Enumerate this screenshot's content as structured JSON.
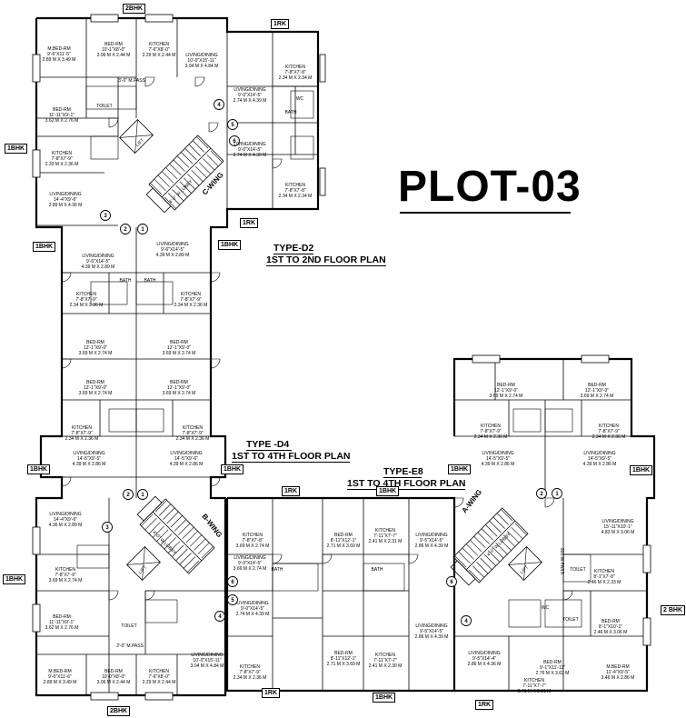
{
  "title": "PLOT-03",
  "headings": {
    "d2": [
      "TYPE-D2",
      "1ST TO 2ND FLOOR PLAN"
    ],
    "d4": [
      "TYPE -D4",
      "1ST TO 4TH FLOOR PLAN"
    ],
    "e8": [
      "TYPE-E8",
      "1ST TO 4TH FLOOR PLAN"
    ]
  },
  "unit_tags": {
    "bhk2_top": "2BHK",
    "rk_top": "1RK",
    "bhk1_left_a": "1BHK",
    "rk_mid": "1RK",
    "bhk1_left_b": "1BHK",
    "bhk1_right_b": "1BHK",
    "bhk1_left_c": "1BHK",
    "bhk1_right_c": "1BHK",
    "rk_e8": "1RK",
    "bhk1_e8": "1BHK",
    "bhk1_left_d": "1BHK",
    "bhk1_e8_right": "1BHK",
    "bhk2_right": "2 BHK",
    "rk_bottom": "1RK",
    "bhk1_bottom": "1BHK",
    "bhk2_bottom": "2BHK",
    "rk_bottom2": "1RK"
  },
  "wings": {
    "c": "C-WING",
    "b": "B-WING",
    "a": "A-WING"
  },
  "circles": [
    "4",
    "5",
    "6",
    "3",
    "2",
    "1",
    "2",
    "1",
    "2",
    "1",
    "4",
    "5",
    "6",
    "3",
    "6",
    "4"
  ],
  "rooms": [
    [
      "M.BED-RM",
      "9'-6\"X11'-5\"",
      "2.89 M X 3.49 M"
    ],
    [
      "BED-RM",
      "10'-1\"X8'-0\"",
      "3.06 M X 2.44 M"
    ],
    [
      "KITCHEN",
      "7'-6\"X8'-0\"",
      "2.29 M X 2.44 M"
    ],
    [
      "LIVING/DINING",
      "10'-0\"X15'-11\"",
      "3.04 M X 4.84 M"
    ],
    [
      "KITCHEN",
      "7'-8\"X7'-8\"",
      "2.34 M X 2.34 M"
    ],
    [
      "LIVING/DINING",
      "9'-0\"X14'-5\"",
      "2.74 M X 4.39 M"
    ],
    [
      "LIVING/DINING",
      "9'-0\"X14'-5\"",
      "2.74 M X 4.39 M"
    ],
    [
      "KITCHEN",
      "7'-8\"X7'-8\"",
      "2.34 M X 2.34 M"
    ],
    [
      "BED-RM",
      "11'-11\"X9'-1\"",
      "3.62 M X 2.76 M"
    ],
    [
      "KITCHEN",
      "7'-8\"X7'-9\"",
      "2.33 M X 2.36 M"
    ],
    [
      "LIVING/DINING",
      "14'-4\"X9'-6\"",
      "2.89 M X 4.36 M"
    ],
    [
      "LIVING/DINING",
      "9'-6\"X14'-5\"",
      "4.39 M X 2.89 M"
    ],
    [
      "LIVING/DINING",
      "9'-6\"X14'-5\"",
      "4.39 M X 2.89 M"
    ],
    [
      "KITCHEN",
      "7'-8\"X7'-9\"",
      "2.34 M X 2.36 M"
    ],
    [
      "KITCHEN",
      "7'-8\"X7'-9\"",
      "2.34 M X 2.36 M"
    ],
    [
      "BED-RM",
      "12'-1\"X9'-0\"",
      "3.69 M X 2.74 M"
    ],
    [
      "BED-RM",
      "12'-1\"X9'-0\"",
      "3.69 M X 2.74 M"
    ],
    [
      "BED-RM",
      "12'-1\"X9'-0\"",
      "3.69 M X 2.74 M"
    ],
    [
      "BED-RM",
      "12'-1\"X9'-0\"",
      "3.69 M X 2.74 M"
    ],
    [
      "KITCHEN",
      "7'-8\"X7'-9\"",
      "2.34 M X 2.36 M"
    ],
    [
      "KITCHEN",
      "7'-8\"X7'-9\"",
      "2.34 M X 2.36 M"
    ],
    [
      "LIVING/DINING",
      "14'-5\"X9'-5\"",
      "4.39 M X 2.86 M"
    ],
    [
      "LIVING/DINING",
      "14'-5\"X9'-6\"",
      "4.39 M X 2.86 M"
    ],
    [
      "LIVING/DINING",
      "14'-4\"X9'-6\"",
      "4.36 M X 2.89 M"
    ],
    [
      "KITCHEN",
      "7'-8\"X7'-9\"",
      "3.69 M X 2.74 M"
    ],
    [
      "BED-RM",
      "11'-11\"X9'-1\"",
      "3.62 M X 2.76 M"
    ],
    [
      "M.BED-RM",
      "9'-6\"X11'-6\"",
      "2.89 M X 3.49 M"
    ],
    [
      "BED-RM",
      "10'-0\"X8'-0\"",
      "3.06 M X 2.44 M"
    ],
    [
      "KITCHEN",
      "7'-6\"X8'-0\"",
      "2.29 M X 2.44 M"
    ],
    [
      "LIVING/DINING",
      "10'-0\"X15'-11\"",
      "3.04 M X 4.84 M"
    ],
    [
      "KITCHEN",
      "7'-8\"X7'-8\"",
      "3.69 M X 2.74 M"
    ],
    [
      "LIVING/DINING",
      "9'-0\"X14'-5\"",
      "3.69 M X 2.74 M"
    ],
    [
      "LIVING/DINING",
      "9'-0\"X14'-5\"",
      "2.74 M X 4.39 M"
    ],
    [
      "KITCHEN",
      "7'-8\"X7'-9\"",
      "2.34 M X 2.36 M"
    ],
    [
      "BED-RM",
      "8'-11\"X12'-1\"",
      "2.71 M X 3.69 M"
    ],
    [
      "KITCHEN",
      "7'-11\"X7'-7\"",
      "2.41 M X 2.31 M"
    ],
    [
      "LIVING/DINING",
      "9'-5\"X14'-5\"",
      "2.86 M X 4.39 M"
    ],
    [
      "BED-RM",
      "8'-11\"X12'-1\"",
      "2.71 M X 3.69 M"
    ],
    [
      "KITCHEN",
      "7'-11\"X7'-7\"",
      "2.41 M X 2.30 M"
    ],
    [
      "LIVING/DINING",
      "9'-5\"X14'-5\"",
      "2.86 M X 4.39 M"
    ],
    [
      "BED-RM",
      "12'-1\"X9'-0\"",
      "3.69 M X 2.74 M"
    ],
    [
      "BED-RM",
      "12'-1\"X9'-0\"",
      "3.69 M X 2.74 M"
    ],
    [
      "KITCHEN",
      "7'-8\"X7'-9\"",
      "2.34 M X 2.36 M"
    ],
    [
      "KITCHEN",
      "7'-8\"X7'-9\"",
      "2.34 M X 2.36 M"
    ],
    [
      "LIVING/DINING",
      "14'-5\"X9'-5\"",
      "4.39 M X 2.86 M"
    ],
    [
      "LIVING/DINING",
      "14'-5\"X9'-5\"",
      "4.39 M X 2.86 M"
    ],
    [
      "LIVING/DINING",
      "15'-11\"X10'-1\"",
      "4.83 M X 3.06 M"
    ],
    [
      "KITCHEN",
      "8'-1\"X7'-8\"",
      "2.46 M X 2.33 M"
    ],
    [
      "BED-RM",
      "8'-1\"X10'-1\"",
      "2.46 M X 3.06 M"
    ],
    [
      "M.BED-RM",
      "11'-4\"X9'-5\"",
      "3.46 M X 2.86 M"
    ],
    [
      "LIVING/DINING",
      "9'-5\"X14'-4\"",
      "2.86 M X 4.36 M"
    ],
    [
      "BED-RM",
      "9'-1\"X11'-11\"",
      "2.76 M X 3.62 M"
    ],
    [
      "KITCHEN",
      "7'-11\"X7'-7\"",
      "2.41 M X 2.31 M"
    ]
  ],
  "small_labels": [
    "3'-0\" M.PASS",
    "3'-0\" M.PASS",
    "4'-0\" W LOBBY",
    "4'-0\" W LOBBY",
    "4'-0\" W LOBBY",
    "LIFT",
    "LIFT",
    "LIFT",
    "900 W PASS.",
    "TOILET",
    "TOILET",
    "TOILET",
    "TOILET",
    "BATH",
    "BATH",
    "BATH",
    "BATH",
    "BATH",
    "WC",
    "WC"
  ]
}
